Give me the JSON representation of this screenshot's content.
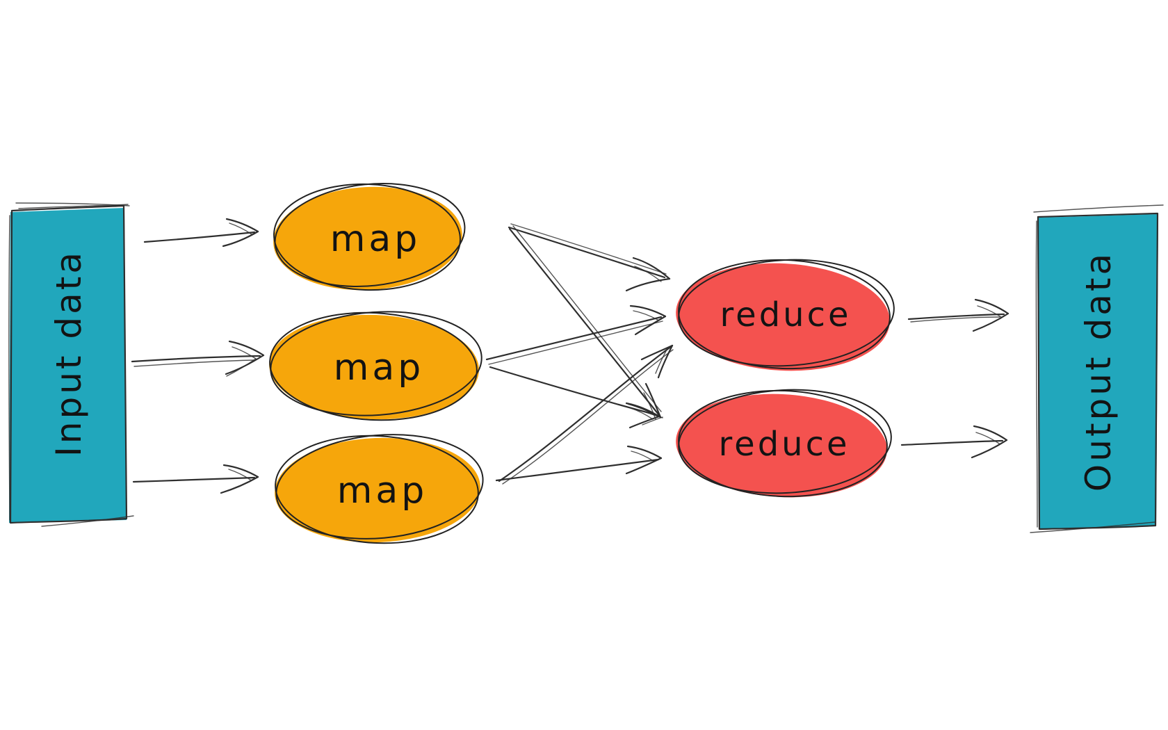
{
  "diagram": {
    "background": "#ffffff",
    "input_block": {
      "label": "Input data"
    },
    "output_block": {
      "label": "Output data"
    },
    "map_nodes": [
      {
        "label": "map"
      },
      {
        "label": "map"
      },
      {
        "label": "map"
      }
    ],
    "reduce_nodes": [
      {
        "label": "reduce"
      },
      {
        "label": "reduce"
      }
    ],
    "edges": [
      {
        "from": "input-data",
        "to": "map-1"
      },
      {
        "from": "input-data",
        "to": "map-2"
      },
      {
        "from": "input-data",
        "to": "map-3"
      },
      {
        "from": "map-1",
        "to": "reduce-1"
      },
      {
        "from": "map-1",
        "to": "reduce-2"
      },
      {
        "from": "map-2",
        "to": "reduce-1"
      },
      {
        "from": "map-2",
        "to": "reduce-2"
      },
      {
        "from": "map-3",
        "to": "reduce-1"
      },
      {
        "from": "map-3",
        "to": "reduce-2"
      },
      {
        "from": "reduce-1",
        "to": "output-data"
      },
      {
        "from": "reduce-2",
        "to": "output-data"
      }
    ],
    "colors": {
      "block_fill": "#21A7BC",
      "map_fill": "#F6A60B",
      "reduce_fill": "#F4524F",
      "ink": "#2e2e2e",
      "text": "#131313"
    }
  }
}
